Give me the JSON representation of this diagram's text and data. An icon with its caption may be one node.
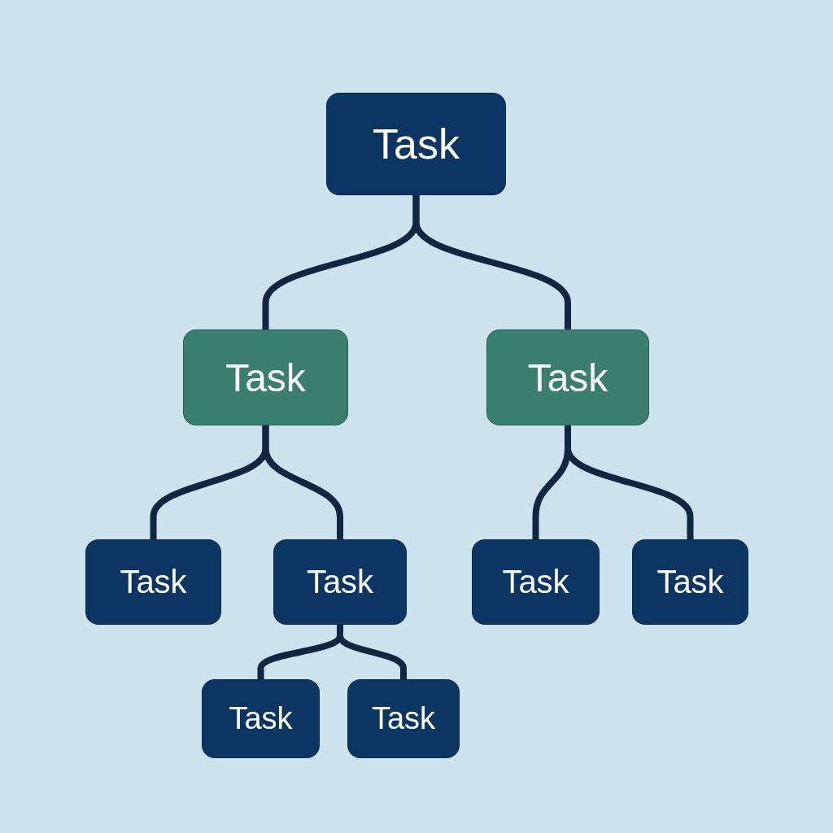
{
  "diagram": {
    "nodes": [
      {
        "text": [
          "Task"
        ]
      },
      {
        "text": [
          "Task"
        ]
      },
      {
        "text": [
          "Task"
        ]
      },
      {
        "text": [
          "Task"
        ]
      },
      {
        "text": [
          "Task"
        ]
      },
      {
        "text": [
          "Task"
        ]
      },
      {
        "text": [
          "Task"
        ]
      },
      {
        "text": [
          "Task"
        ]
      },
      {
        "text": [
          "Task"
        ]
      }
    ],
    "edges": [
      {
        "from": 0,
        "to": 1,
        "arrow": "none"
      },
      {
        "from": 0,
        "to": 2,
        "arrow": "none"
      },
      {
        "from": 1,
        "to": 3,
        "arrow": "none"
      },
      {
        "from": 1,
        "to": 4,
        "arrow": "none"
      },
      {
        "from": 2,
        "to": 5,
        "arrow": "none"
      },
      {
        "from": 2,
        "to": 6,
        "arrow": "none"
      },
      {
        "from": 4,
        "to": 7,
        "arrow": "none"
      },
      {
        "from": 4,
        "to": 8,
        "arrow": "none"
      }
    ]
  }
}
